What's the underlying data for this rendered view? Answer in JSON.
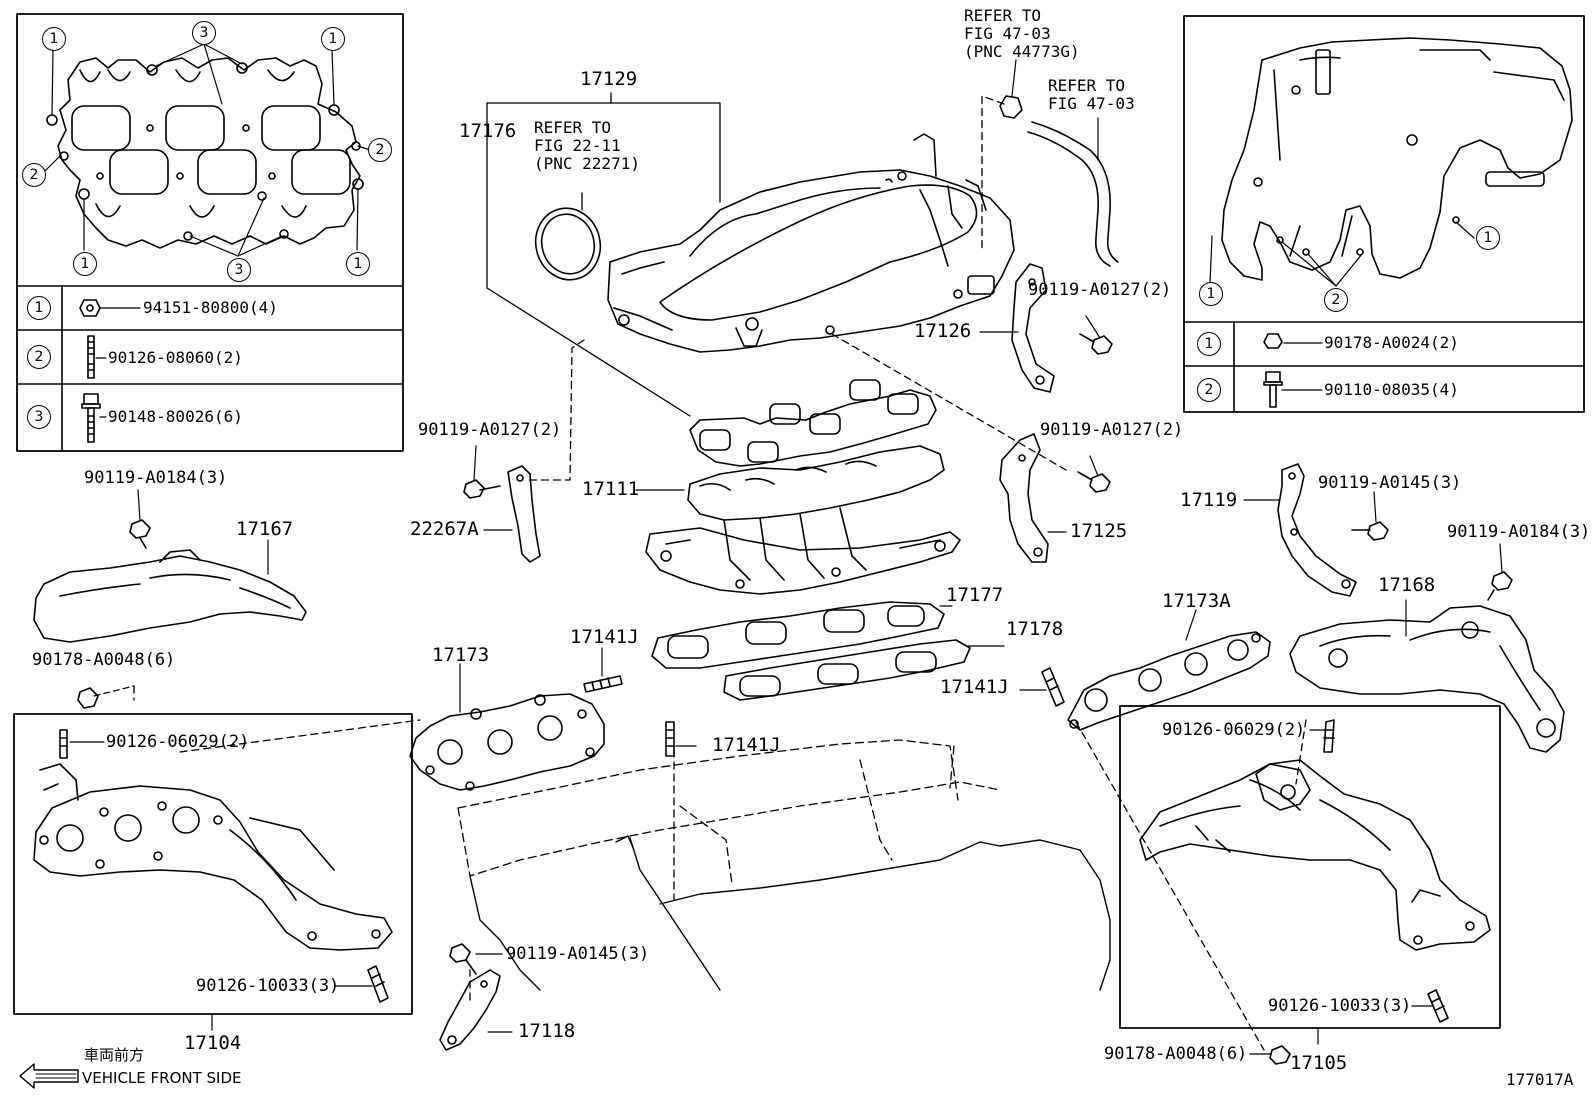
{
  "diagram_id": "177017A",
  "inset_top_left": {
    "legend": [
      {
        "num": "1",
        "part": "94151-80800(4)"
      },
      {
        "num": "2",
        "part": "90126-08060(2)"
      },
      {
        "num": "3",
        "part": "90148-80026(6)"
      }
    ],
    "callouts": [
      "1",
      "3",
      "1",
      "2",
      "2",
      "1",
      "3",
      "1"
    ]
  },
  "inset_top_right": {
    "legend": [
      {
        "num": "1",
        "part": "90178-A0024(2)"
      },
      {
        "num": "2",
        "part": "90110-08035(4)"
      }
    ],
    "callouts": [
      "1",
      "1",
      "2"
    ]
  },
  "refers": {
    "ref1": "REFER TO\nFIG 47-03\n(PNC 44773G)",
    "ref2": "REFER TO\nFIG 47-03",
    "ref3": "REFER TO\nFIG 22-11\n(PNC 22271)"
  },
  "labels": {
    "p17129": "17129",
    "p17176": "17176",
    "p17126": "17126",
    "p90119_a0127_a": "90119-A0127(2)",
    "p90119_a0127_b": "90119-A0127(2)",
    "p90119_a0127_c": "90119-A0127(2)",
    "p22267a": "22267A",
    "p17111": "17111",
    "p17125": "17125",
    "p17119": "17119",
    "p90119_a0145_a": "90119-A0145(3)",
    "p90119_a0184_r": "90119-A0184(3)",
    "p90119_a0184_l": "90119-A0184(3)",
    "p17167": "17167",
    "p90178_a0048_l": "90178-A0048(6)",
    "p17177": "17177",
    "p17178": "17178",
    "p17173": "17173",
    "p17141j_a": "17141J",
    "p17141j_b": "17141J",
    "p17141j_c": "17141J",
    "p17173a": "17173A",
    "p17168": "17168",
    "p90126_06029_l": "90126-06029(2)",
    "p90126_06029_r": "90126-06029(2)",
    "p90126_10033_l": "90126-10033(3)",
    "p90126_10033_r": "90126-10033(3)",
    "p17104": "17104",
    "p90119_a0145_b": "90119-A0145(3)",
    "p17118": "17118",
    "p90178_a0048_r": "90178-A0048(6)",
    "p17105": "17105"
  },
  "front": {
    "jp": "車両前方",
    "en": "VEHICLE FRONT SIDE"
  }
}
